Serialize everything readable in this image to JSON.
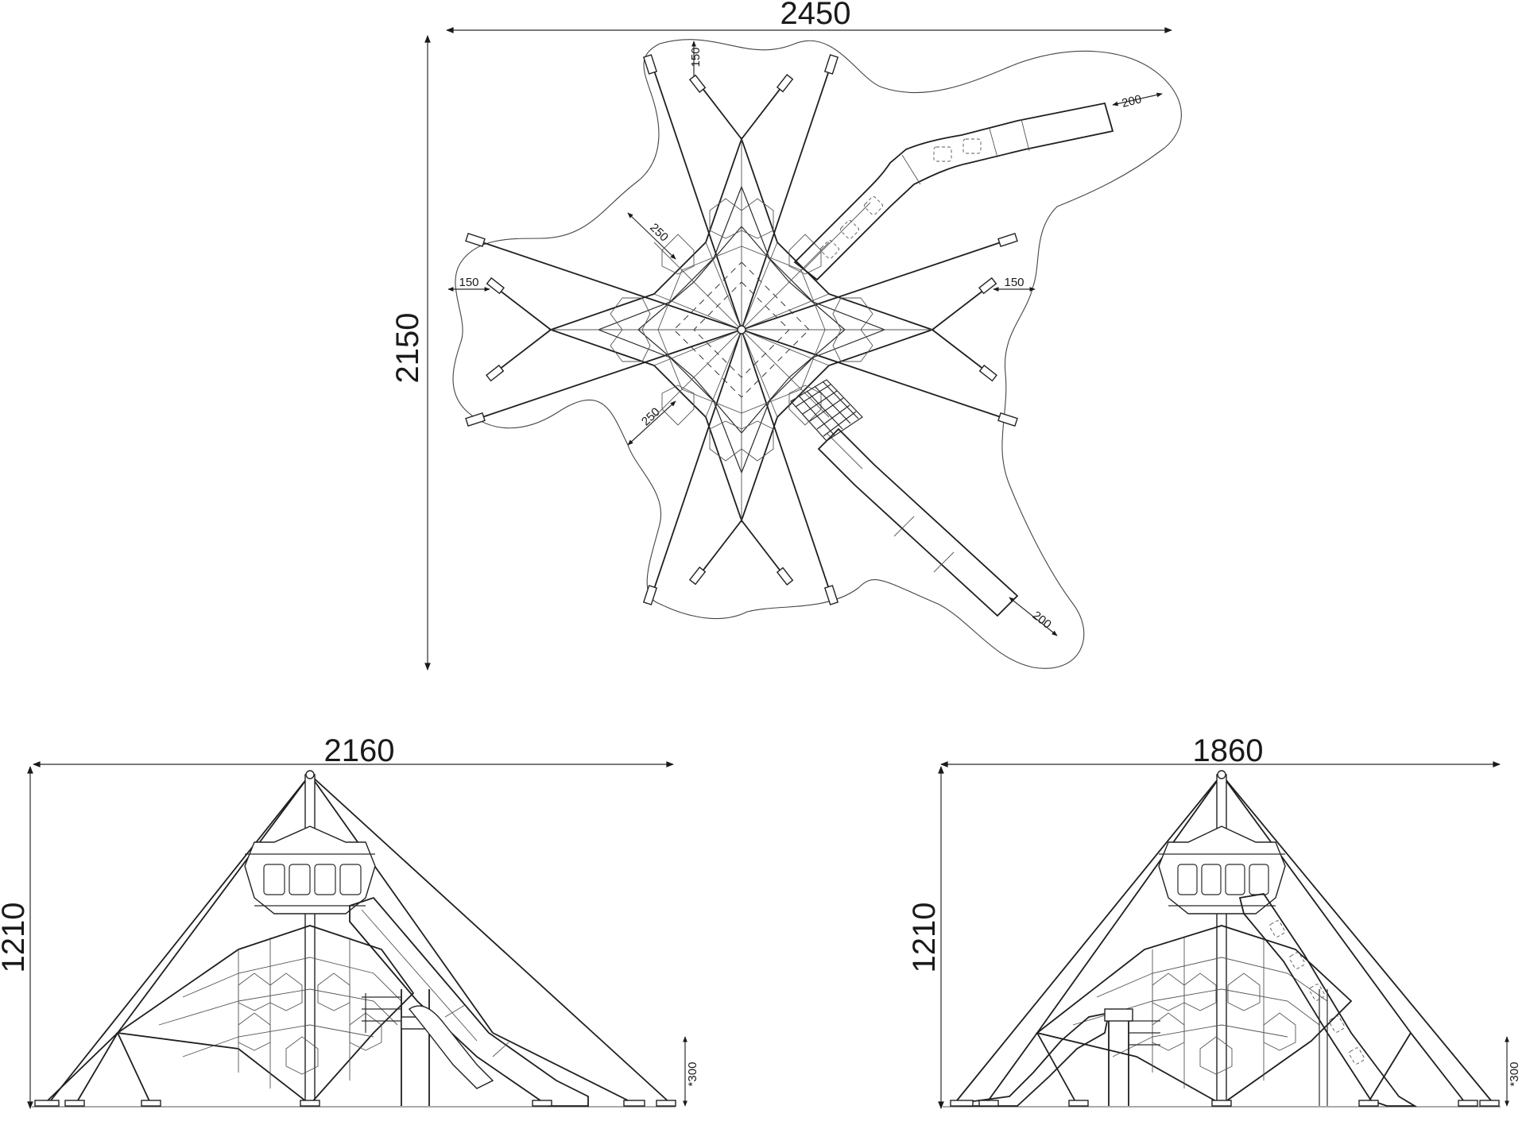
{
  "plan_view": {
    "width_dim": "2450",
    "height_dim": "2150",
    "clearances": {
      "top": "150",
      "left": "150",
      "right": "150",
      "upper_left_diag": "250",
      "lower_left_diag": "250",
      "slide_top_end": "200",
      "slide_bottom_end": "200"
    }
  },
  "front_elevation": {
    "width_dim": "2160",
    "height_dim": "1210",
    "fall_height": "*300"
  },
  "side_elevation": {
    "width_dim": "1860",
    "height_dim": "1210",
    "fall_height": "*300"
  }
}
